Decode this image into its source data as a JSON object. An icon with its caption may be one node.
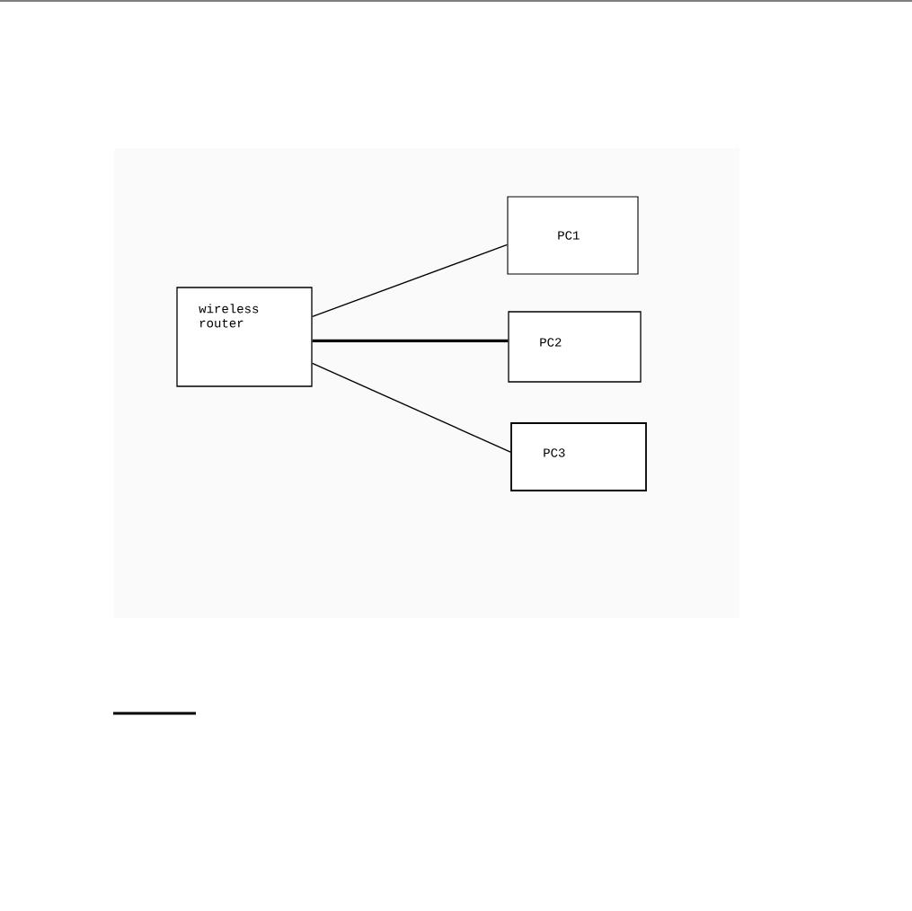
{
  "diagram": {
    "nodes": [
      {
        "text": [
          "wireless router"
        ]
      },
      {
        "text": [
          "PC1"
        ]
      },
      {
        "text": [
          "PC2"
        ]
      },
      {
        "text": [
          "PC3"
        ]
      }
    ],
    "edges": [
      {
        "from": 0,
        "to": 1,
        "arrow": "none"
      },
      {
        "from": 0,
        "to": 2,
        "arrow": "none",
        "style": "thick"
      },
      {
        "from": 0,
        "to": 3,
        "arrow": "none"
      }
    ]
  }
}
